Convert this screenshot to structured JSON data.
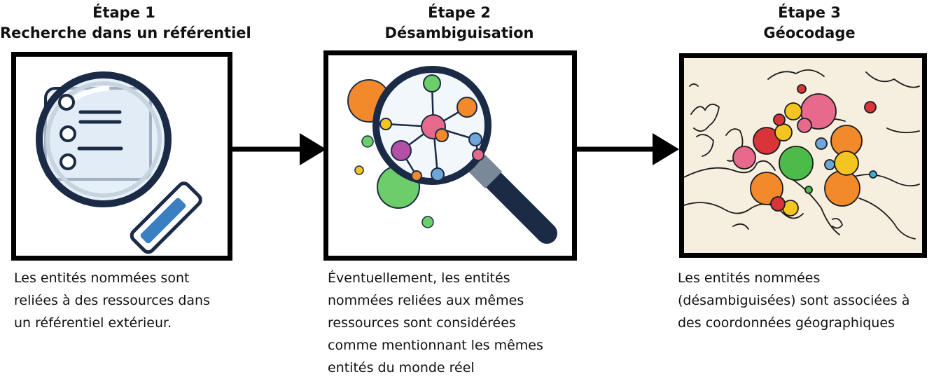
{
  "steps": [
    {
      "heading": "Étape 1",
      "subheading": "Recherche dans un référentiel",
      "description": [
        "Les entités nommées sont",
        "reliées à des ressources dans",
        "un référentiel extérieur."
      ],
      "image": "magnifying-glass-document-icon"
    },
    {
      "heading": "Étape 2",
      "subheading": "Désambiguisation",
      "description": [
        "Éventuellement, les entités",
        "nommées reliées aux mêmes",
        "ressources sont considérées",
        "comme mentionnant les mêmes",
        "entités du monde réel"
      ],
      "image": "magnifying-glass-network-icon"
    },
    {
      "heading": "Étape 3",
      "subheading": "Géocodage",
      "description": [
        "Les entités nommées",
        "(désambiguisées) sont associées à",
        "des coordonnées géographiques"
      ],
      "image": "europe-map-pins-icon"
    }
  ],
  "colors": {
    "frame": "#000000",
    "arrow": "#000000",
    "glass_handle": "#1c2b45",
    "accent_blue": "#3a7fc1",
    "map_bg": "#f6efdf",
    "pin_green": "#4dbb4a",
    "pin_orange": "#f28a2c",
    "pin_red": "#d9343a",
    "pin_pink": "#e76a8c",
    "pin_yellow": "#f4c420"
  }
}
